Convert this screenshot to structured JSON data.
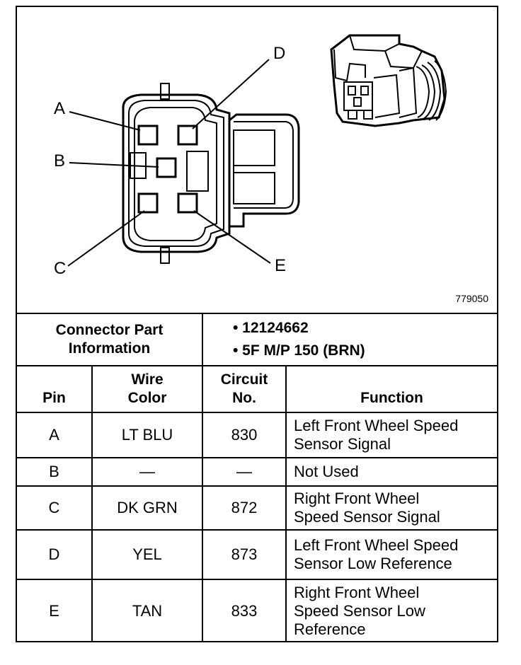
{
  "diagram": {
    "pin_labels": [
      "A",
      "B",
      "C",
      "D",
      "E"
    ],
    "figure_number": "779050"
  },
  "connector_info": {
    "label": "Connector Part\nInformation",
    "items": [
      "• 12124662",
      "• 5F M/P 150 (BRN)"
    ]
  },
  "table": {
    "headers": {
      "pin": "Pin",
      "wire_color": "Wire\nColor",
      "circuit": "Circuit\nNo.",
      "function": "Function"
    },
    "rows": [
      {
        "pin": "A",
        "wire_color": "LT BLU",
        "circuit": "830",
        "function": "Left Front Wheel Speed\nSensor Signal"
      },
      {
        "pin": "B",
        "wire_color": "—",
        "circuit": "—",
        "function": "Not Used"
      },
      {
        "pin": "C",
        "wire_color": "DK GRN",
        "circuit": "872",
        "function": "Right Front Wheel\nSpeed Sensor Signal"
      },
      {
        "pin": "D",
        "wire_color": "YEL",
        "circuit": "873",
        "function": "Left Front Wheel Speed\nSensor Low Reference"
      },
      {
        "pin": "E",
        "wire_color": "TAN",
        "circuit": "833",
        "function": "Right Front Wheel\nSpeed Sensor Low\nReference"
      }
    ]
  }
}
